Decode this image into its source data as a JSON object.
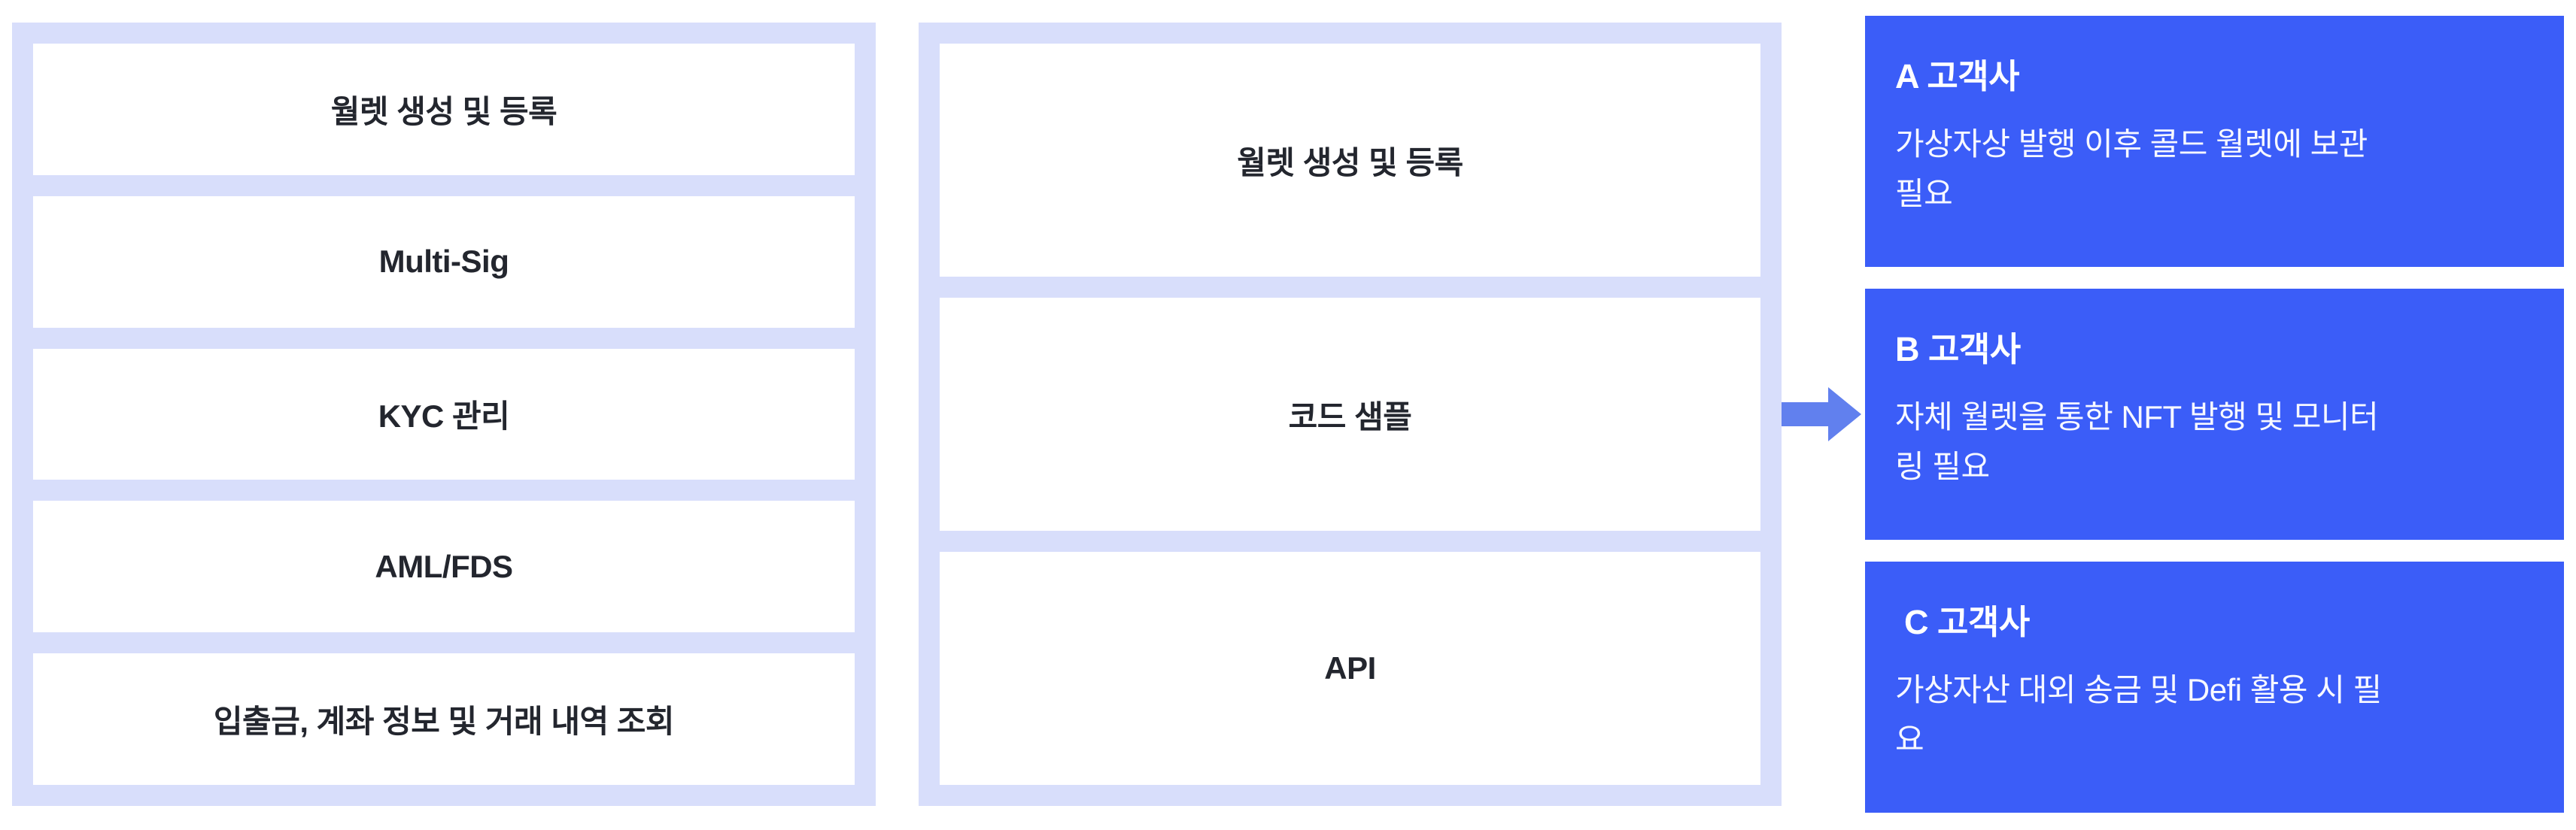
{
  "colors": {
    "page_bg": "#FFFFFF",
    "panel_bg": "#D8DEFB",
    "feature_box_bg": "#FFFFFF",
    "feature_text": "#23262E",
    "card_bg": "#3B5DF8",
    "card_text": "#FFFFFF",
    "arrow": "#6180EE"
  },
  "left_panel": {
    "items": [
      "월렛 생성 및 등록",
      "Multi-Sig",
      "KYC 관리",
      "AML/FDS",
      "입출금, 계좌 정보 및 거래 내역 조회"
    ]
  },
  "middle_panel": {
    "items": [
      "월렛 생성 및 등록",
      "코드 샘플",
      "API"
    ]
  },
  "arrow": {
    "icon": "right-arrow"
  },
  "cards": [
    {
      "title": "A 고객사",
      "body_lines": [
        "가상자상 발행 이후 콜드 월렛에 보관",
        "필요"
      ]
    },
    {
      "title": "B 고객사",
      "body_lines": [
        "자체 월렛을 통한 NFT 발행 및 모니터",
        "링 필요"
      ]
    },
    {
      "title": " C 고객사",
      "body_lines": [
        "가상자산 대외 송금 및 Defi 활용 시 필",
        "요"
      ]
    }
  ]
}
